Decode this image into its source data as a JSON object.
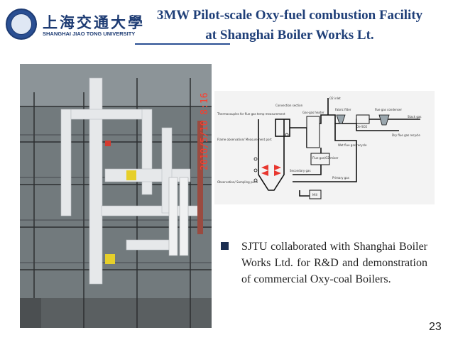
{
  "header": {
    "logo_cn": "上海交通大學",
    "logo_en": "SHANGHAI JIAO TONG UNIVERSITY",
    "title_line1": "3MW Pilot-scale Oxy-fuel combustion Facility",
    "title_line2": "at Shanghai Boiler Works Lt."
  },
  "photo": {
    "stamp": "2010/5/10  8:16"
  },
  "schematic": {
    "labels": {
      "o2_inlet": "O2 inlet",
      "convection": "Convection section",
      "fabric_filter": "Fabric filter",
      "flue_gas_condenser": "flue gas condenser",
      "stack_gas": "Stack gas",
      "thermocouples": "Thermocouples for flue gas temp measurement",
      "gas_gas_heater": "Gas-gas heater",
      "de_so2": "De-SO2",
      "dry_flue_gas": "Dry flue gas recycle",
      "flame_obs": "Flame observation/ Measurement port",
      "wet_flue_gas": "Wet flue gas recycle",
      "mixer": "Flue gas/O2 mixer",
      "secondary_gas": "Secondary gas",
      "primary_gas": "Primary gas",
      "sampling": "Observation/ Sampling ports",
      "mill": "Mill"
    }
  },
  "content": {
    "bullet_text": "SJTU collaborated with Shanghai Boiler Works Ltd. for R&D and demonstration of commercial Oxy-coal Boilers."
  },
  "footer": {
    "page_number": "23"
  },
  "colors": {
    "title": "#1f3f78",
    "bullet": "#1c2f52",
    "flame": "#e8372f"
  }
}
